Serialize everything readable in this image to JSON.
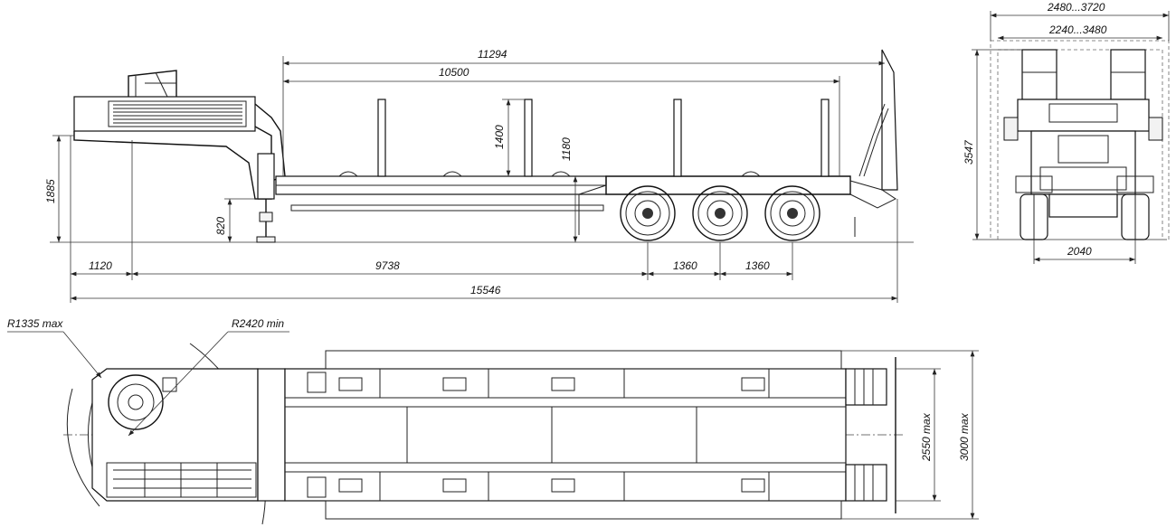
{
  "side_view": {
    "dims": {
      "overall_length": "15546",
      "deck_length": "11294",
      "platform_length": "10500",
      "stake_height": "1400",
      "deck_height": "1180",
      "fifth_wheel_height": "1885",
      "support_leg": "820",
      "front_overhang": "1120",
      "kingpin_to_axle": "9738",
      "axle_spacing_1": "1360",
      "axle_spacing_2": "1360"
    }
  },
  "rear_view": {
    "dims": {
      "outer_width": "2480...3720",
      "inner_width": "2240...3480",
      "height": "3547",
      "track_width": "2040"
    }
  },
  "top_view": {
    "dims": {
      "front_radius": "R1335 max",
      "turn_radius": "R2420 min",
      "width_1": "2550 max",
      "width_2": "3000 max"
    }
  }
}
